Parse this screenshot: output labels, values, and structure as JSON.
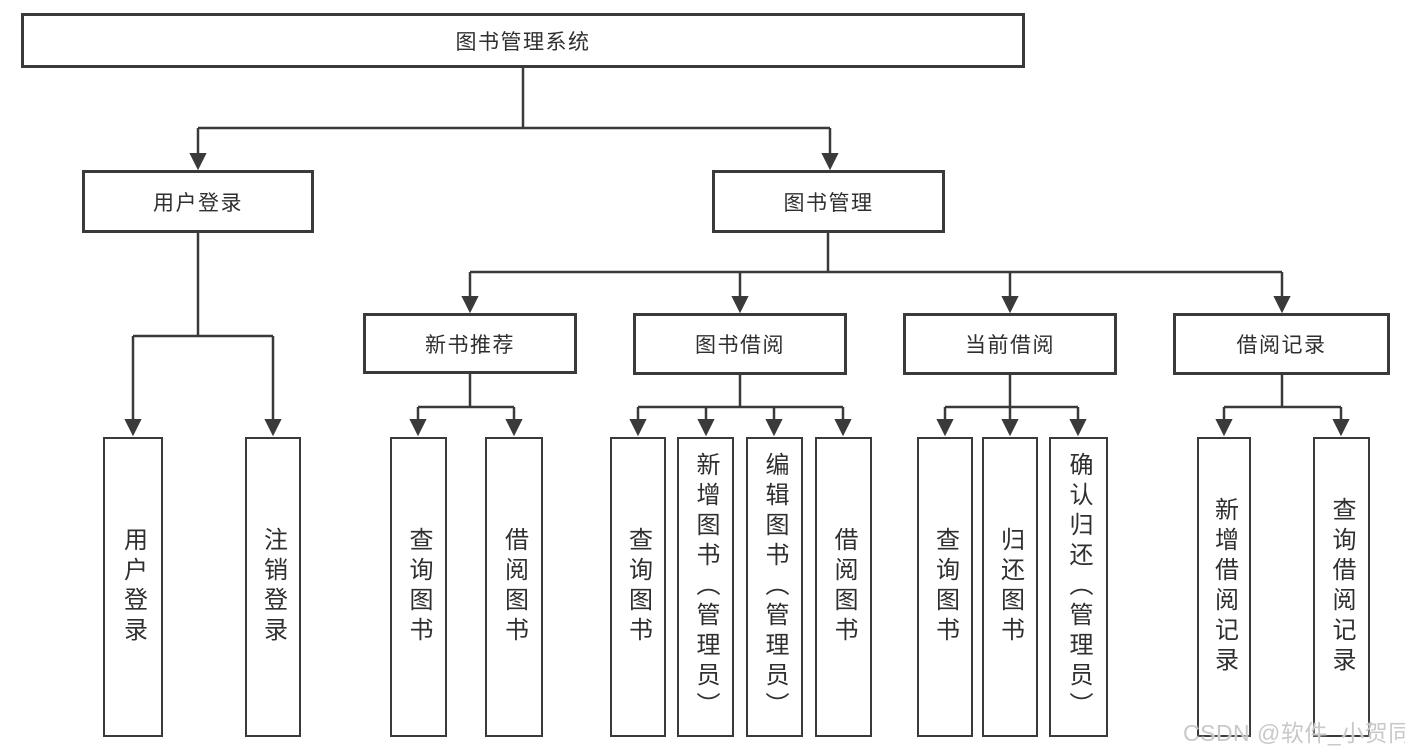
{
  "diagram": {
    "title": "图书管理系统",
    "tree": {
      "label": "图书管理系统",
      "children": [
        {
          "label": "用户登录",
          "children": [
            {
              "label": "用户登录"
            },
            {
              "label": "注销登录"
            }
          ]
        },
        {
          "label": "图书管理",
          "children": [
            {
              "label": "新书推荐",
              "children": [
                {
                  "label": "查询图书"
                },
                {
                  "label": "借阅图书"
                }
              ]
            },
            {
              "label": "图书借阅",
              "children": [
                {
                  "label": "查询图书"
                },
                {
                  "label": "新增图书（管理员）"
                },
                {
                  "label": "编辑图书（管理员）"
                },
                {
                  "label": "借阅图书"
                }
              ]
            },
            {
              "label": "当前借阅",
              "children": [
                {
                  "label": "查询图书"
                },
                {
                  "label": "归还图书"
                },
                {
                  "label": "确认归还（管理员）"
                }
              ]
            },
            {
              "label": "借阅记录",
              "children": [
                {
                  "label": "新增借阅记录"
                },
                {
                  "label": "查询借阅记录"
                }
              ]
            }
          ]
        }
      ]
    },
    "colors": {
      "line": "#3a3a3a",
      "box_border": "#3a3a3a",
      "box_fill": "#ffffff",
      "text": "#2f2f2f",
      "watermark": "#c9c9c9"
    }
  },
  "watermark": {
    "text": "CSDN @软件_小贺同学"
  }
}
